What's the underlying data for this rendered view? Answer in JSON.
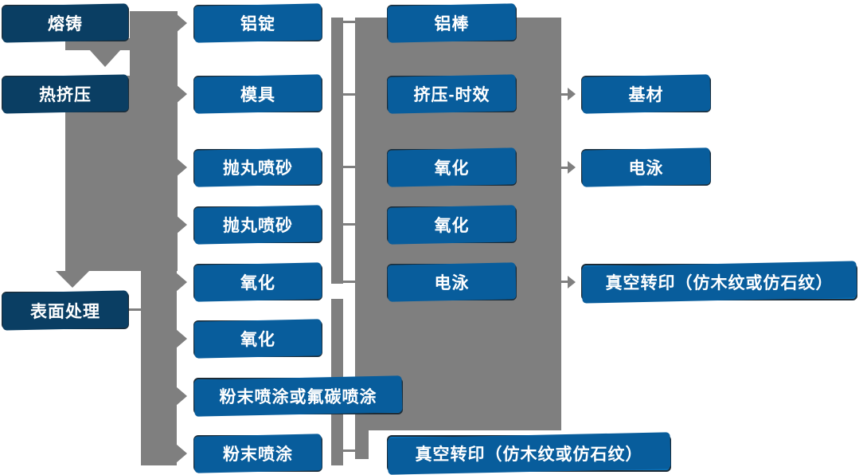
{
  "colors": {
    "background": "#ffffff",
    "node_fill": "#0a72ba",
    "node_back": "#085d9c",
    "node_dark_fill": "#0e4d7b",
    "node_dark_back": "#0a3e63",
    "node_border": "#1c2b36",
    "connector_gray": "#7f7f7f",
    "text": "#ffffff"
  },
  "col1": [
    {
      "label": "熔铸"
    },
    {
      "label": "热挤压"
    },
    {
      "label": "表面处理"
    }
  ],
  "col2": [
    {
      "label": "铝锭"
    },
    {
      "label": "模具"
    },
    {
      "label": "抛丸喷砂"
    },
    {
      "label": "抛丸喷砂"
    },
    {
      "label": "氧化"
    },
    {
      "label": "氧化"
    },
    {
      "label": "粉末喷涂或氟碳喷涂"
    },
    {
      "label": "粉末喷涂"
    }
  ],
  "col3": [
    {
      "label": "铝棒"
    },
    {
      "label": "挤压-时效"
    },
    {
      "label": "氧化"
    },
    {
      "label": "氧化"
    },
    {
      "label": "电泳"
    },
    {
      "label": "真空转印（仿木纹或仿石纹）"
    }
  ],
  "col4": [
    {
      "label": "基材"
    },
    {
      "label": "电泳"
    },
    {
      "label": "真空转印（仿木纹或仿石纹）"
    }
  ],
  "connectors": {
    "downward_arrows_to": [
      "热挤压",
      "表面处理"
    ],
    "left_bus_arrow_targets": [
      "铝锭",
      "模具",
      "抛丸喷砂",
      "抛丸喷砂",
      "氧化",
      "氧化",
      "粉末喷涂或氟碳喷涂",
      "粉末喷涂"
    ],
    "col2_to_col3_link_rows": [
      "铝棒",
      "挤压-时效",
      "氧化",
      "氧化",
      "电泳",
      "真空转印（仿木纹或仿石纹）"
    ],
    "right_arrows": [
      {
        "from": "挤压-时效",
        "to": "基材"
      },
      {
        "from": "氧化",
        "to": "电泳"
      },
      {
        "from": "电泳",
        "to": "真空转印（仿木纹或仿石纹）"
      }
    ]
  }
}
